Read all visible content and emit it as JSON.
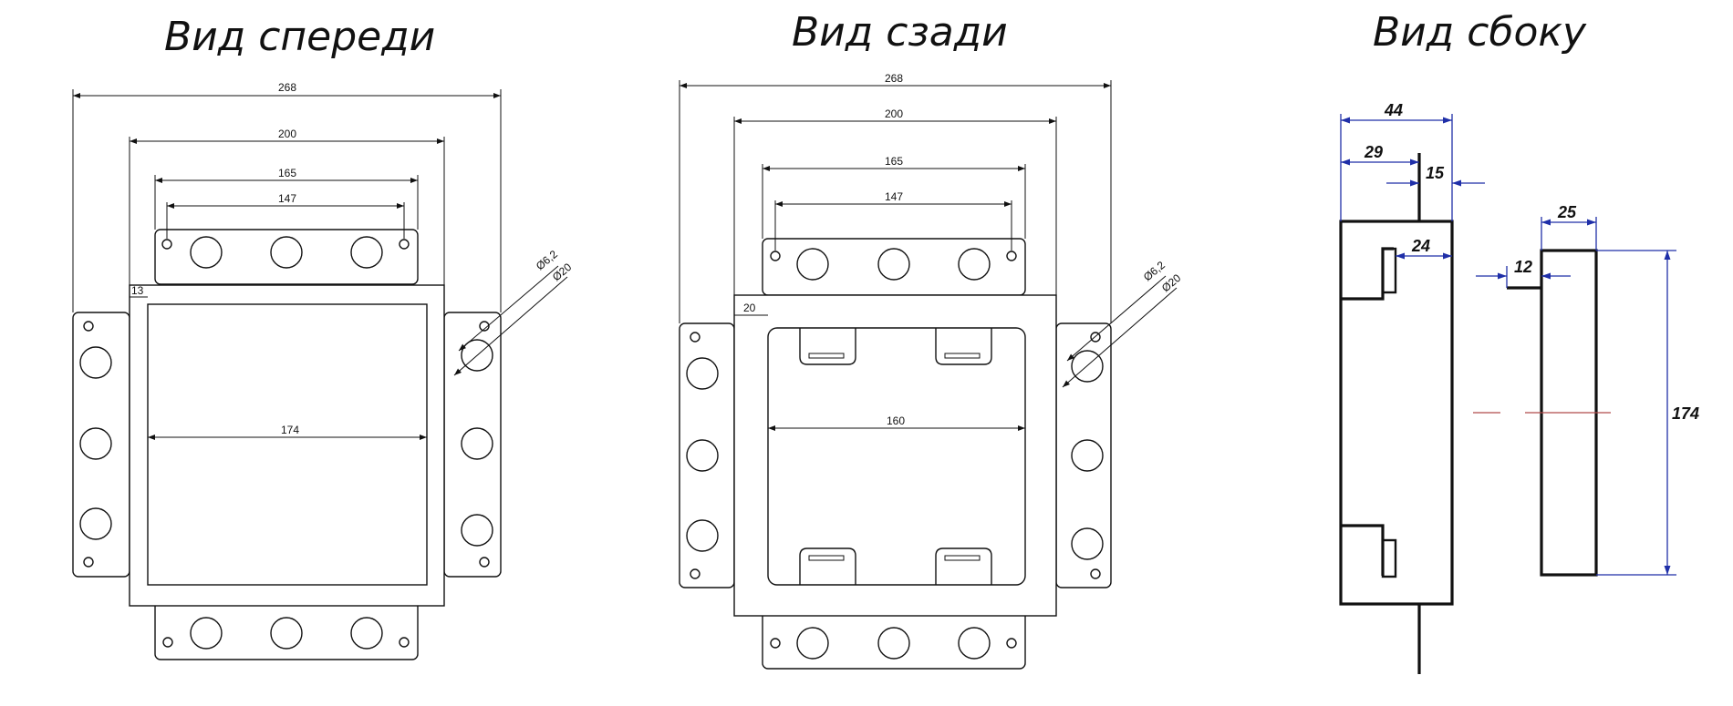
{
  "titles": {
    "front": "Вид спереди",
    "back": "Вид сзади",
    "side": "Вид сбоку"
  },
  "front": {
    "dim_268": "268",
    "dim_200": "200",
    "dim_165": "165",
    "dim_147": "147",
    "dim_13": "13",
    "dim_174": "174",
    "dia_small": "Ø6,2",
    "dia_large": "Ø20"
  },
  "back": {
    "dim_268": "268",
    "dim_200": "200",
    "dim_165": "165",
    "dim_147": "147",
    "dim_20": "20",
    "dim_160": "160",
    "dia_small": "Ø6,2",
    "dia_large": "Ø20"
  },
  "side": {
    "dim_44": "44",
    "dim_29": "29",
    "dim_15": "15",
    "dim_24": "24",
    "dim_25": "25",
    "dim_12": "12",
    "dim_174": "174"
  },
  "colors": {
    "line": "#111111",
    "dimension_blue": "#1f2fa8",
    "center_red": "#b04a4a"
  }
}
